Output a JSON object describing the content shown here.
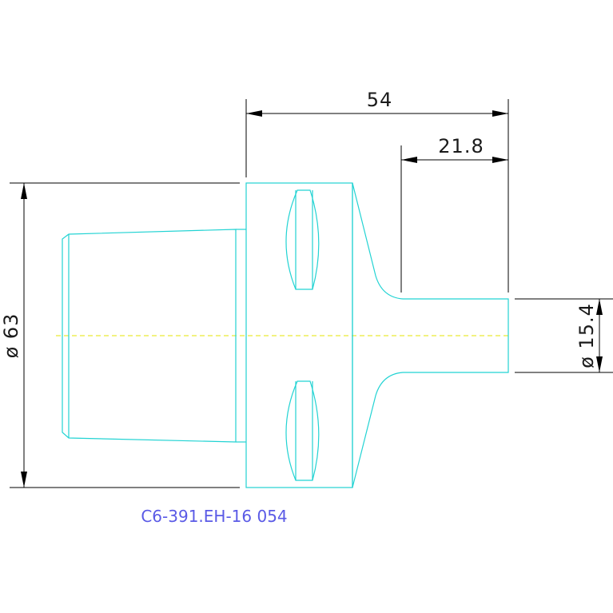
{
  "drawing": {
    "part_number": "C6-391.EH-16 054",
    "dimensions": {
      "overall_length": "54",
      "shank_length": "21.8",
      "flange_diameter": "ø 63",
      "shank_diameter": "ø 15.4"
    },
    "colors": {
      "outline": "#22d3d3",
      "dimension": "#000000",
      "centerline": "#e6e600",
      "label": "#5a5ae6"
    }
  }
}
